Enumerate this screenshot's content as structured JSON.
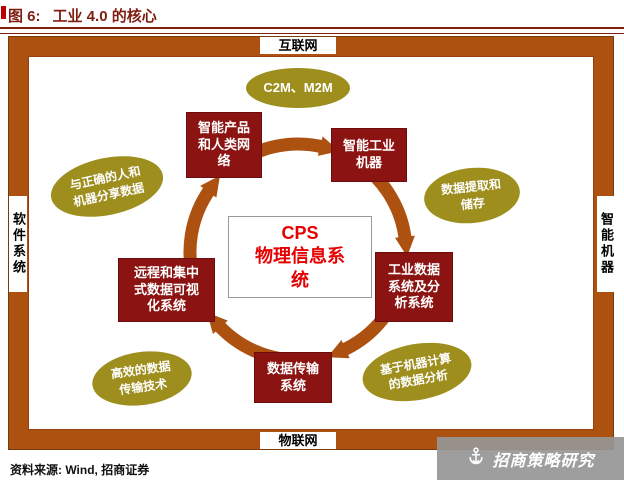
{
  "header": {
    "figure_label": "图 6:",
    "title": "工业 4.0 的核心"
  },
  "frame_labels": {
    "top": "互联网",
    "left": "软件系统",
    "right": "智能机器",
    "bottom": "物联网"
  },
  "center": {
    "line1": "CPS",
    "line2": "物理信息系统"
  },
  "nodes": [
    {
      "id": "smart-products",
      "label": "智能产品和人类网络"
    },
    {
      "id": "smart-industrial-machines",
      "label": "智能工业机器"
    },
    {
      "id": "industrial-data-systems",
      "label": "工业数据系统及分析系统"
    },
    {
      "id": "data-transmission-system",
      "label": "数据传输系统"
    },
    {
      "id": "remote-visualization-system",
      "label": "远程和集中式数据可视化系统"
    }
  ],
  "ellipses": [
    {
      "id": "c2m-m2m",
      "label": "C2M、M2M"
    },
    {
      "id": "share-data",
      "label": "与正确的人和机器分享数据"
    },
    {
      "id": "data-extract-store",
      "label": "数据提取和储存"
    },
    {
      "id": "machine-computed-analysis",
      "label": "基于机器计算的数据分析"
    },
    {
      "id": "efficient-transmission-tech",
      "label": "高效的数据传输技术"
    }
  ],
  "footer": {
    "source": "资料来源: Wind, 招商证券"
  },
  "watermark": {
    "text": "招商策略研究",
    "icon": "brand-logo-icon"
  },
  "colors": {
    "header_text": "#7f1d10",
    "frame": "#ad5110",
    "node_fill": "#8b1412",
    "ellipse_fill": "#9d8e1e",
    "center_text": "#e60000",
    "arrow": "#ad5110",
    "watermark_bg": "#969696"
  }
}
